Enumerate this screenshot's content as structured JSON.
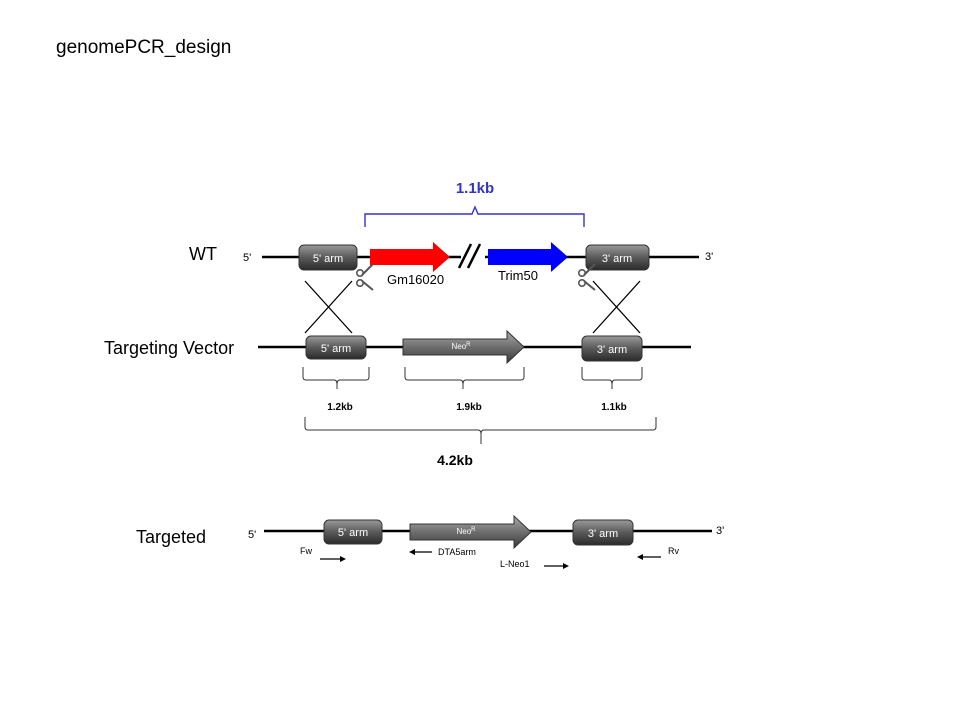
{
  "title": "genomePCR_design",
  "colors": {
    "gene1": "#ff0000",
    "gene2": "#0000ff",
    "bracket_top": "#3333cc",
    "box_fill_top": "#8a8a8a",
    "box_fill_bottom": "#2a2a2a",
    "neo_fill": "#7a7a7a"
  },
  "wt": {
    "label": "WT",
    "end5": "5'",
    "end3": "3'",
    "arm5": "5' arm",
    "arm3": "3' arm",
    "gene1": "Gm16020",
    "gene2": "Trim50",
    "size": "1.1kb",
    "scissors_icon": "scissors-icon"
  },
  "vector": {
    "label": "Targeting Vector",
    "arm5": "5' arm",
    "neo": "NeoR",
    "arm3": "3' arm",
    "size_arm5": "1.2kb",
    "size_neo": "1.9kb",
    "size_arm3": "1.1kb",
    "size_total": "4.2kb"
  },
  "targeted": {
    "label": "Targeted",
    "end5": "5'",
    "end3": "3'",
    "arm5": "5' arm",
    "neo": "NeoR",
    "arm3": "3' arm",
    "primers": {
      "fw": "Fw",
      "dta5arm": "DTA5arm",
      "lneo1": "L-Neo1",
      "rv": "Rv"
    }
  }
}
